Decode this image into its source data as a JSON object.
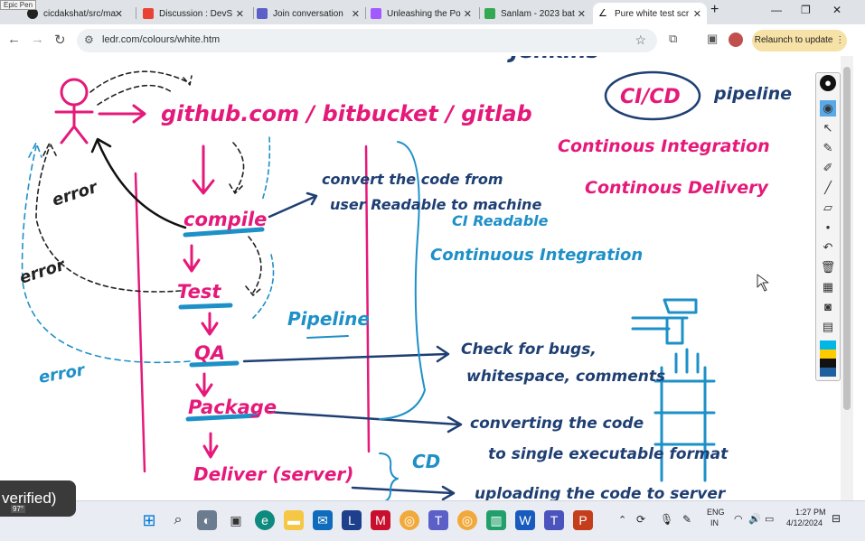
{
  "browser": {
    "tabs": [
      {
        "label": "Epic Pen",
        "fav_color": "#cccccc"
      },
      {
        "label": "cicdakshat/src/ma",
        "fav_color": "#222222"
      },
      {
        "label": "Discussion : DevS",
        "fav_color": "#ea4335"
      },
      {
        "label": "Join conversation",
        "fav_color": "#5b5fc7"
      },
      {
        "label": "Unleashing the Po",
        "fav_color": "#a259ff"
      },
      {
        "label": "Sanlam - 2023 bat",
        "fav_color": "#34a853"
      },
      {
        "label": "Pure white test scr",
        "fav_color": "#333333"
      }
    ],
    "url": "ledr.com/colours/white.htm",
    "relaunch_label": "Relaunch to update"
  },
  "whiteboard": {
    "title": "Jenkins",
    "cicd": "CI/CD",
    "pipeline_word": "pipeline",
    "continuous_integration": "Continous Integration",
    "continuous_delivery": "Continous Delivery",
    "stages": [
      "github.com / bitbucket / gitlab",
      "compile",
      "Test",
      "QA",
      "Package",
      "Deliver (server)"
    ],
    "compile_note_1": "convert the code from",
    "compile_note_2": "user Readable to machine",
    "compile_note_3": "CI   Readable",
    "continuous_integration_2": "Continuous Integration",
    "pipeline_label": "Pipeline",
    "qa_note_1": "Check for bugs,",
    "qa_note_2": "whitespace, comments",
    "package_note_1": "converting the code",
    "package_note_2": "to single executable format",
    "deliver_note": "uploading the code to server",
    "cd_label": "CD",
    "error_1": "error",
    "error_2": "error",
    "error_3": "error"
  },
  "overlay": {
    "verified": "verified)",
    "weather": "97°"
  },
  "taskbar": {
    "lang_1": "ENG",
    "lang_2": "IN",
    "time": "1:27 PM",
    "date": "4/12/2024"
  },
  "colors": {
    "pink": "#e5197a",
    "navy": "#1f3f73",
    "cyan": "#1e90c8"
  }
}
